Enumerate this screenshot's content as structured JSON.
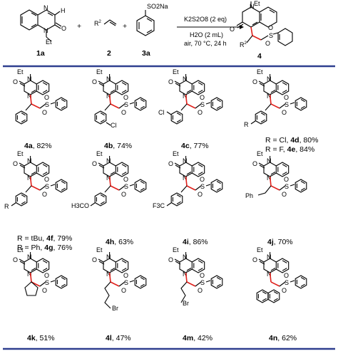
{
  "colors": {
    "rule_blue": "#2f3f8f",
    "new_bond_red": "#e0201b",
    "text": "#000000"
  },
  "scheme": {
    "reactant1_label": "1a",
    "reactant2_label": "2",
    "reactant3_label": "3a",
    "product_label": "4",
    "plus": "+",
    "r2": "R",
    "r2_sup": "2",
    "reagent_so2na": "SO2Na",
    "conditions_line1": "K2S2O8 (2 eq)",
    "conditions_line2": "H2O (2 mL)",
    "conditions_line3": "air, 70 °C, 24 h",
    "atom_h": "H",
    "atom_o": "O",
    "atom_n": "N",
    "atom_et": "Et",
    "atom_s": "S",
    "atom_cl": "Cl",
    "atom_f3c": "F3C",
    "atom_h3co": "H3CO",
    "atom_ph": "Ph",
    "atom_br": "Br",
    "atom_r": "R"
  },
  "products": [
    {
      "compound": "4a",
      "yield": "82%"
    },
    {
      "compound": "4b",
      "yield": "74%"
    },
    {
      "compound": "4c",
      "yield": "77%"
    },
    {
      "compound": "4d",
      "yield": "80%",
      "r_label": "R = Cl,"
    },
    {
      "compound": "4e",
      "yield": "84%",
      "r_label": "R = F,"
    },
    {
      "compound": "4f",
      "yield": "79%",
      "r_label": "R = tBu,"
    },
    {
      "compound": "4g",
      "yield": "76%",
      "r_label": "R = Ph,"
    },
    {
      "compound": "4h",
      "yield": "63%"
    },
    {
      "compound": "4i",
      "yield": "86%"
    },
    {
      "compound": "4j",
      "yield": "70%"
    },
    {
      "compound": "4k",
      "yield": "51%"
    },
    {
      "compound": "4l",
      "yield": "47%"
    },
    {
      "compound": "4m",
      "yield": "42%"
    },
    {
      "compound": "4n",
      "yield": "62%"
    }
  ]
}
